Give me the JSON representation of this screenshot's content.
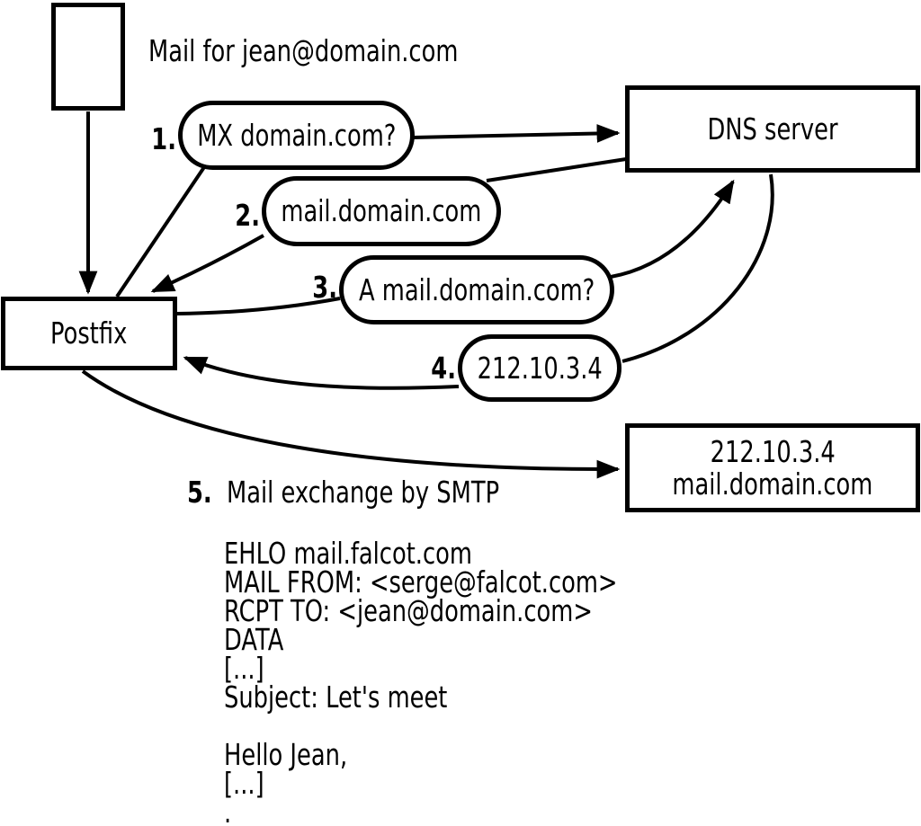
{
  "title": "Mail for jean@domain.com",
  "nodes": {
    "postfix": {
      "label": "Postfix"
    },
    "dns_server": {
      "label": "DNS server"
    },
    "mail_server": {
      "line1": "212.10.3.4",
      "line2": "mail.domain.com"
    }
  },
  "steps": [
    {
      "num": "1.",
      "label": "MX domain.com?"
    },
    {
      "num": "2.",
      "label": "mail.domain.com"
    },
    {
      "num": "3.",
      "label": "A mail.domain.com?"
    },
    {
      "num": "4.",
      "label": "212.10.3.4"
    },
    {
      "num": "5.",
      "label": "Mail exchange by SMTP"
    }
  ],
  "smtp_session": [
    "EHLO mail.falcot.com",
    "MAIL FROM: <serge@falcot.com>",
    "RCPT TO: <jean@domain.com>",
    "DATA",
    "[...]",
    "Subject: Let's meet",
    "",
    "Hello Jean,",
    "[...]",
    "."
  ],
  "colors": {
    "stroke": "#000000",
    "background": "#ffffff"
  }
}
